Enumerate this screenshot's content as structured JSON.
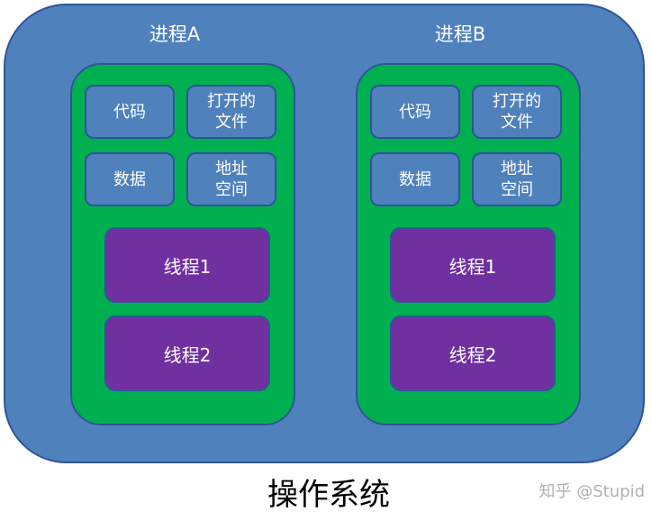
{
  "processes": [
    {
      "title": "进程A",
      "resources": [
        "代码",
        "打开的\n文件",
        "数据",
        "地址\n空间"
      ],
      "threads": [
        "线程1",
        "线程2"
      ]
    },
    {
      "title": "进程B",
      "resources": [
        "代码",
        "打开的\n文件",
        "数据",
        "地址\n空间"
      ],
      "threads": [
        "线程1",
        "线程2"
      ]
    }
  ],
  "os_label": "操作系统",
  "watermark": "知乎 @Stupid",
  "colors": {
    "os_fill": "#4f81bd",
    "border": "#2f5597",
    "process_fill": "#00b050",
    "thread_fill": "#7030a0"
  }
}
